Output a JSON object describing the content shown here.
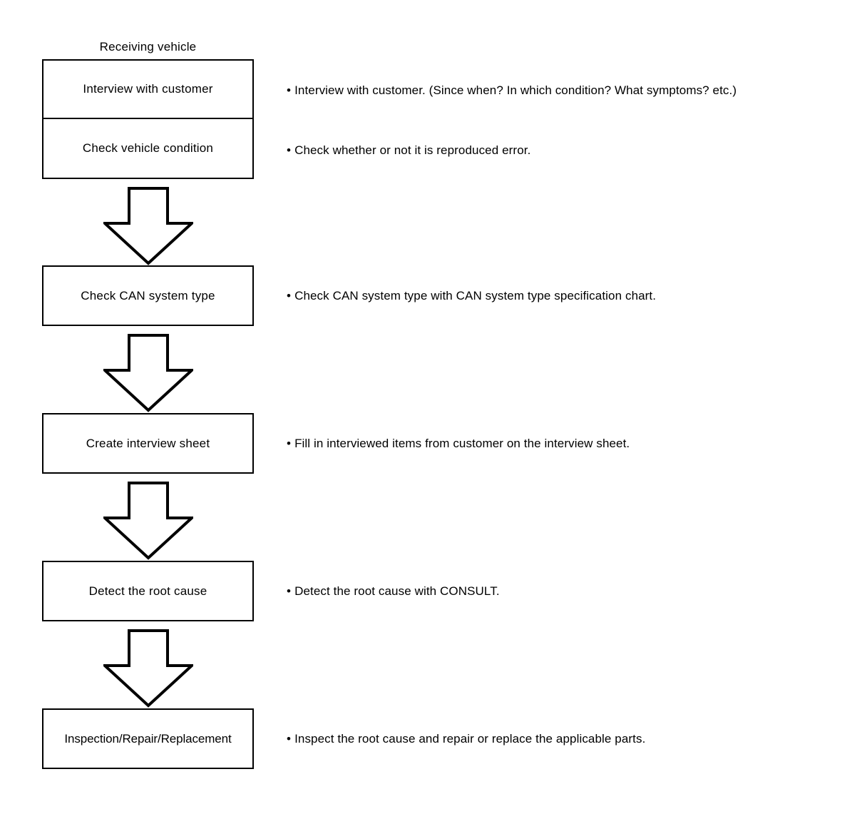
{
  "diagram": {
    "header": "Receiving vehicle",
    "bullet_glyph": "•",
    "steps": [
      {
        "label": "Interview with customer",
        "note": "Interview with customer. (Since when? In which condition? What symptoms? etc.)"
      },
      {
        "label": "Check vehicle condition",
        "note": "Check whether or not it is reproduced error."
      },
      {
        "label": "Check CAN system type",
        "note": "Check CAN system type with CAN system type specification chart."
      },
      {
        "label": "Create interview sheet",
        "note": "Fill in interviewed items from customer on the interview sheet."
      },
      {
        "label": "Detect the root cause",
        "note": "Detect the root cause with CONSULT."
      },
      {
        "label": "Inspection/Repair/Replacement",
        "note": "Inspect the root cause and repair or replace the applicable parts."
      }
    ],
    "colors": {
      "stroke": "#000000",
      "fill": "#ffffff",
      "text": "#000000"
    }
  }
}
